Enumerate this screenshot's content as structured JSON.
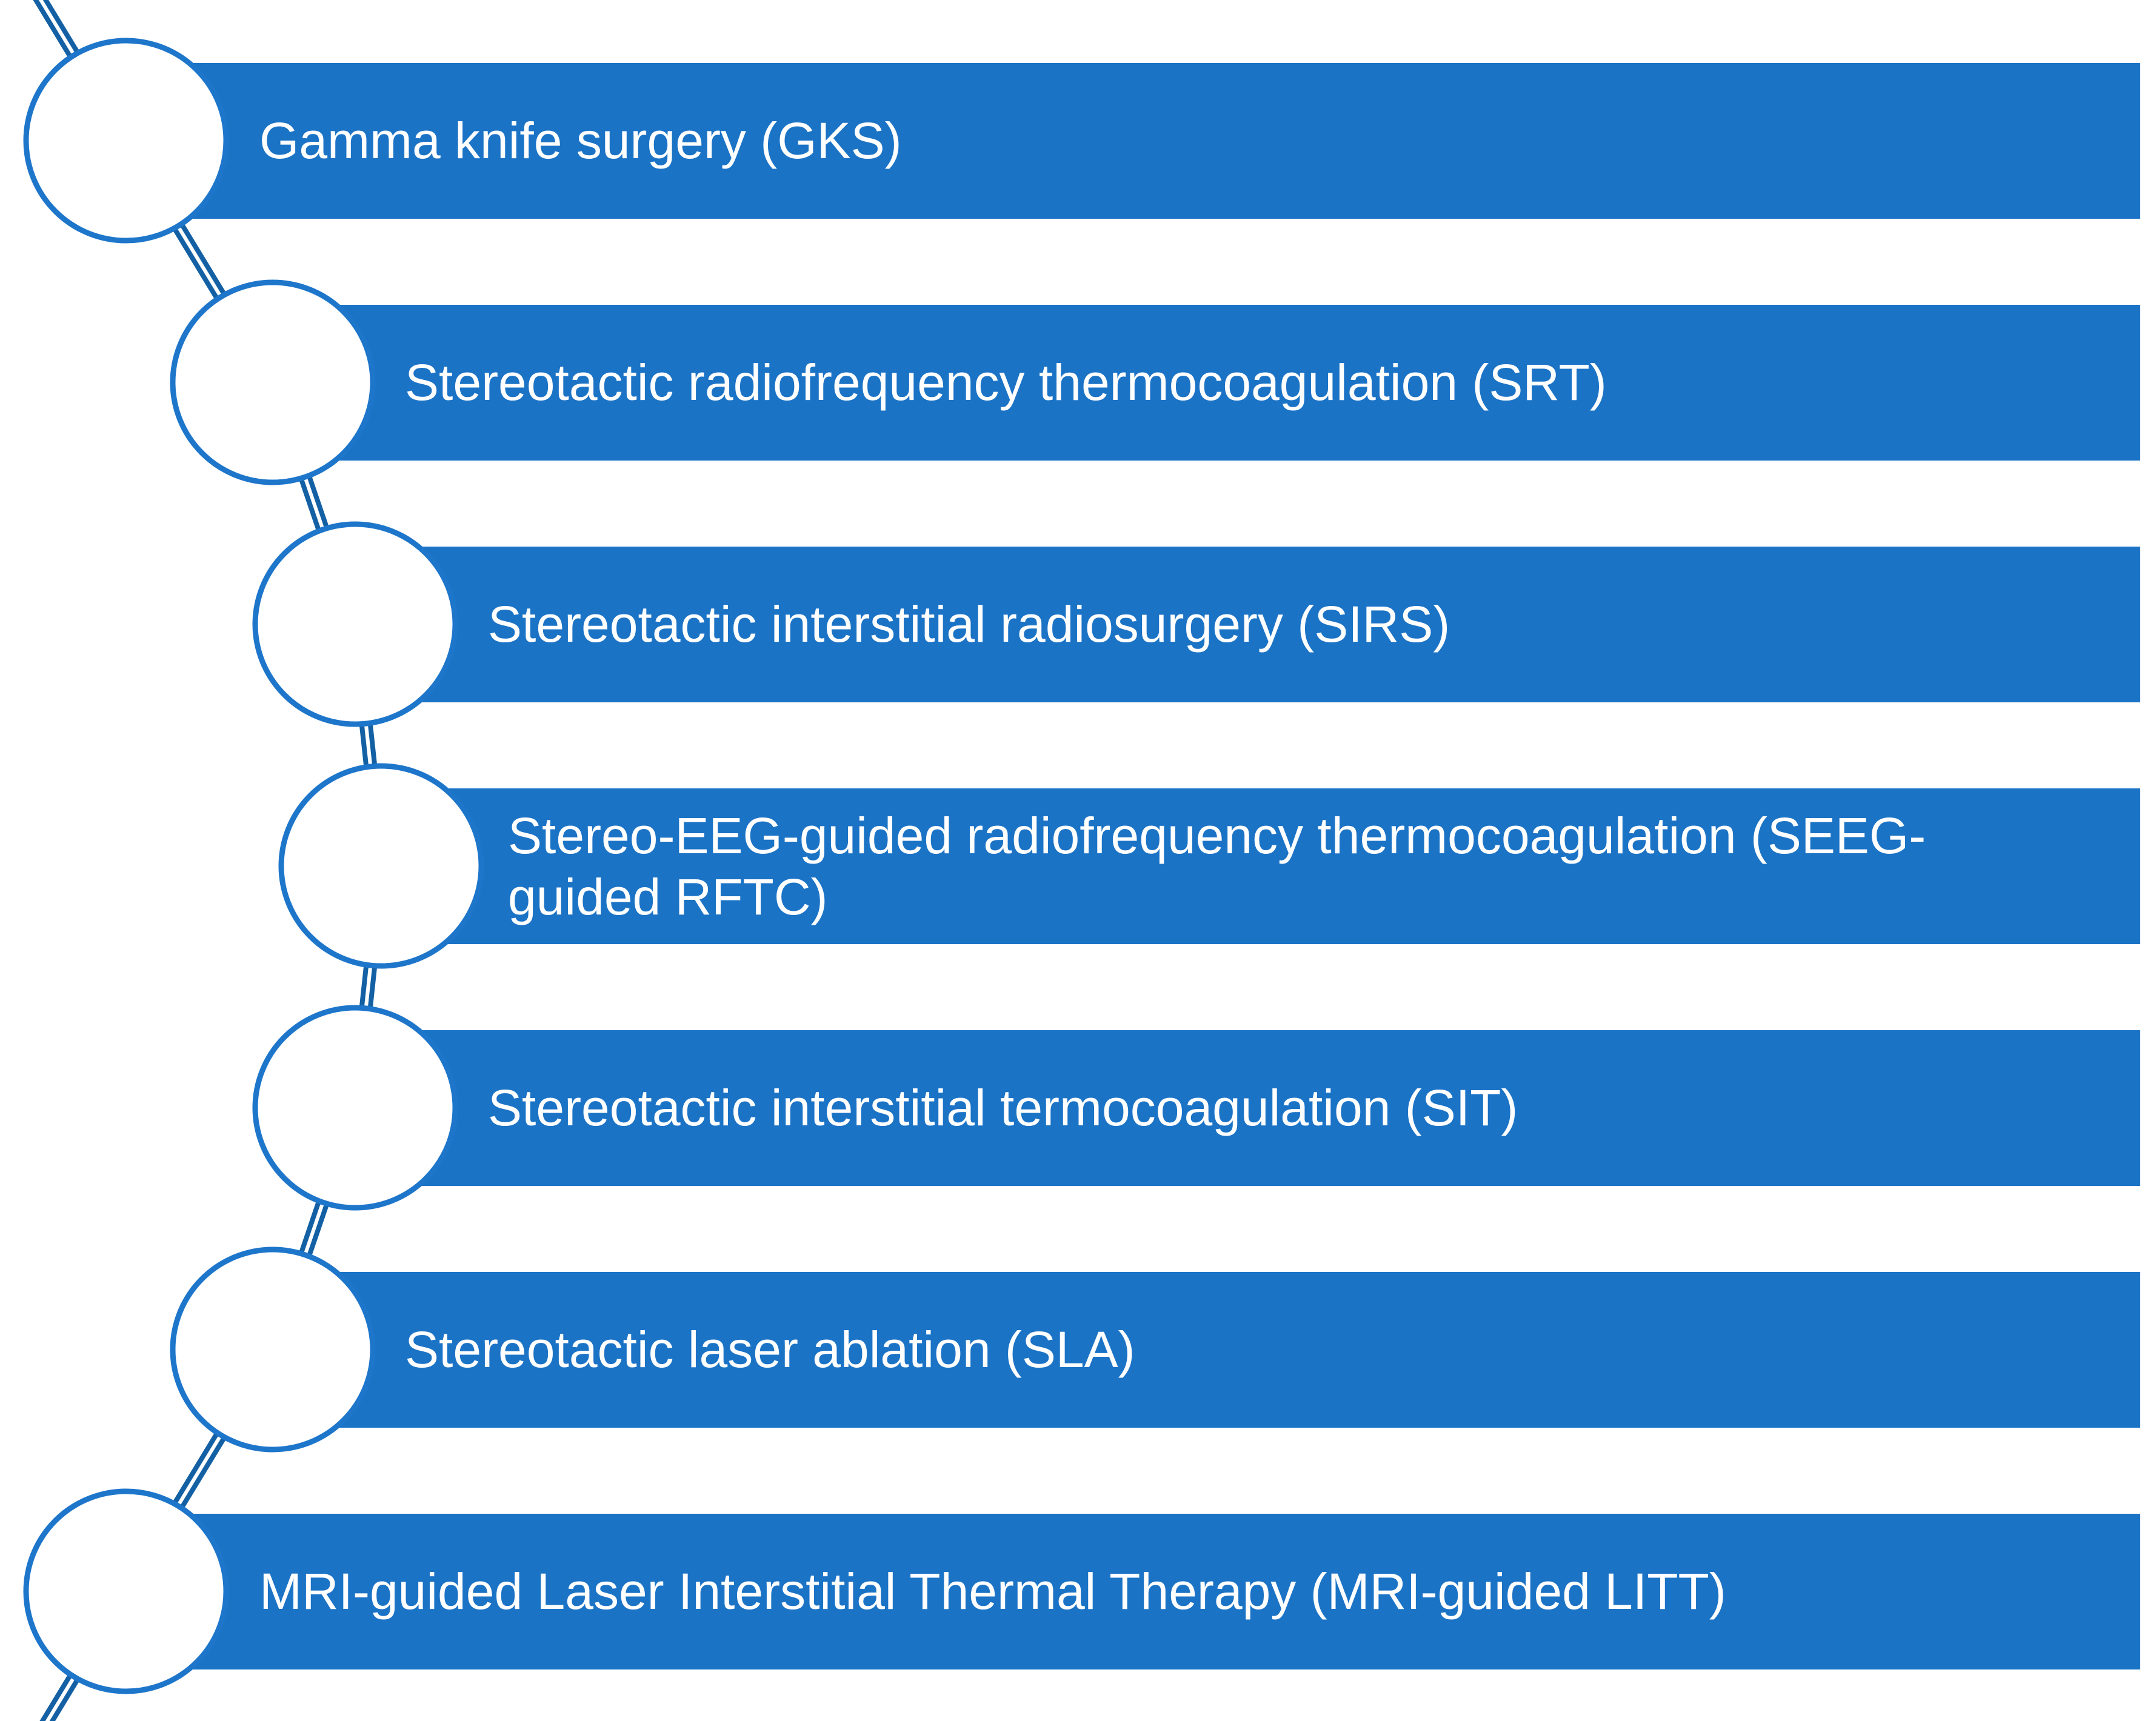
{
  "diagram": {
    "type": "vertical-curved-list",
    "items": [
      {
        "label": "Gamma knife surgery (GKS)"
      },
      {
        "label": "Stereotactic radiofrequency thermocoagulation (SRT)"
      },
      {
        "label": "Stereotactic interstitial radiosurgery (SIRS)"
      },
      {
        "label": "Stereo-EEG-guided radiofrequency thermocoagulation (SEEG-\nguided RFTC)"
      },
      {
        "label": "Stereotactic interstitial termocoagulation (SIT)"
      },
      {
        "label": "Stereotactic laser ablation (SLA)"
      },
      {
        "label": "MRI-guided Laser Interstitial Thermal Therapy (MRI-guided LITT)"
      }
    ],
    "colors": {
      "bar": "#1b73c6",
      "ring": "#1e76cb",
      "connector": "#1360a4",
      "circle_fill": "#ffffff",
      "text": "#ffffff",
      "background": "#ffffff"
    }
  }
}
